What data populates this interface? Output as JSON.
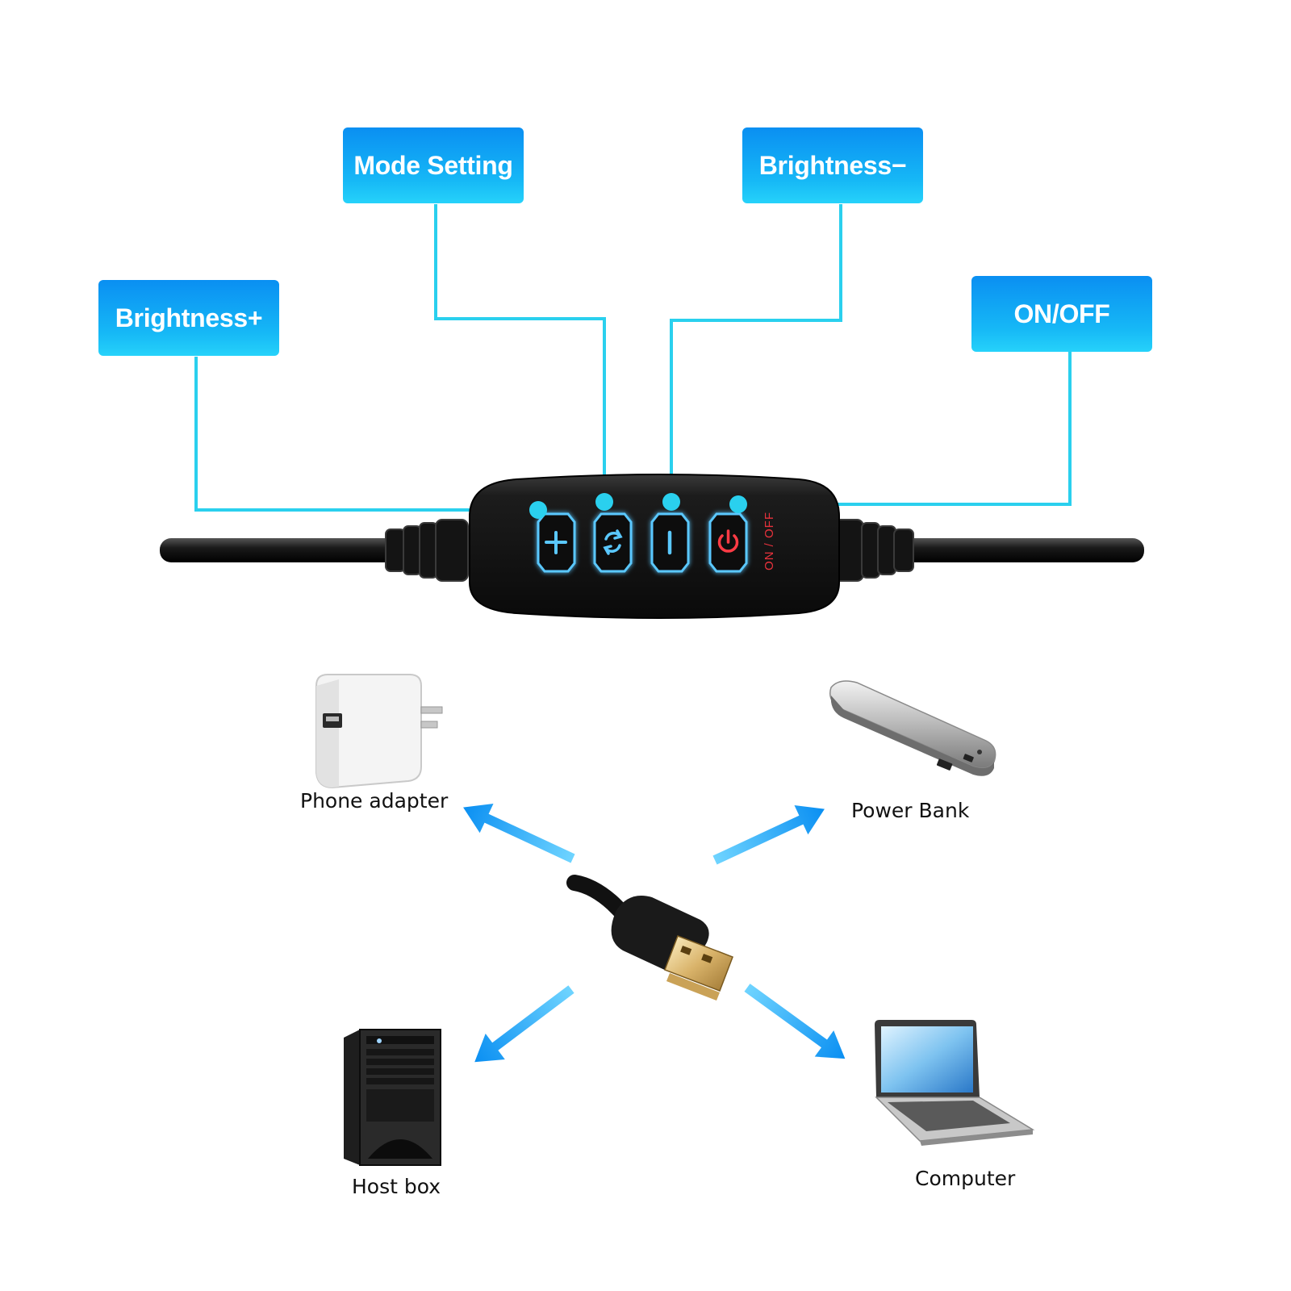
{
  "callouts": {
    "brightness_plus": "Brightness+",
    "mode_setting": "Mode Setting",
    "brightness_minus": "Brightness−",
    "on_off": "ON/OFF"
  },
  "controller": {
    "side_label": "ON / OFF",
    "buttons": [
      {
        "icon": "plus-icon"
      },
      {
        "icon": "mode-cycle-icon"
      },
      {
        "icon": "minus-icon"
      },
      {
        "icon": "power-icon"
      }
    ]
  },
  "devices": {
    "phone_adapter": "Phone adapter",
    "power_bank": "Power Bank",
    "host_box": "Host box",
    "computer": "Computer"
  },
  "colors": {
    "callout": "#0a8ff2",
    "leader_line": "#2ad0ee",
    "button_glow": "#5ac8ff",
    "power_red": "#ff3b45",
    "arrow": "#1aa8f5"
  }
}
